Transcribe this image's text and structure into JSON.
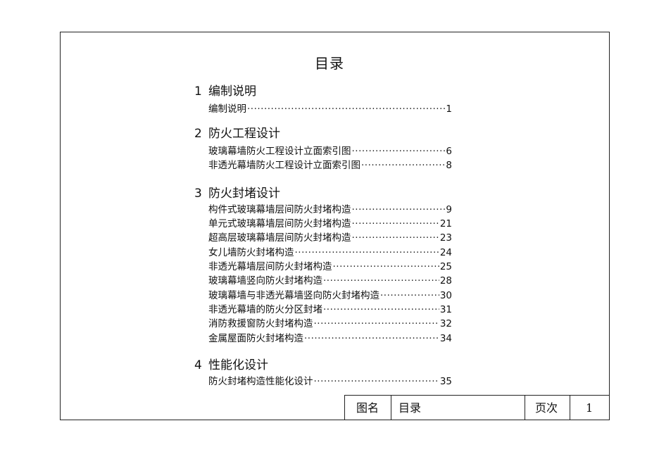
{
  "title": "目录",
  "sections": [
    {
      "num": "1",
      "title": "编制说明",
      "entries": [
        {
          "label": "编制说明",
          "page": "1"
        }
      ]
    },
    {
      "num": "2",
      "title": "防火工程设计",
      "entries": [
        {
          "label": "玻璃幕墙防火工程设计立面索引图",
          "page": "6"
        },
        {
          "label": "非透光幕墙防火工程设计立面索引图",
          "page": "8"
        }
      ]
    },
    {
      "num": "3",
      "title": "防火封堵设计",
      "entries": [
        {
          "label": "构件式玻璃幕墙层间防火封堵构造",
          "page": "9"
        },
        {
          "label": "单元式玻璃幕墙层间防火封堵构造",
          "page": "21"
        },
        {
          "label": "超高层玻璃幕墙层间防火封堵构造",
          "page": "23"
        },
        {
          "label": "女儿墙防火封堵构造",
          "page": "24"
        },
        {
          "label": "非透光幕墙层间防火封堵构造",
          "page": "25"
        },
        {
          "label": "玻璃幕墙竖向防火封堵构造",
          "page": "28"
        },
        {
          "label": "玻璃幕墙与非透光幕墙竖向防火封堵构造",
          "page": "30"
        },
        {
          "label": "非透光幕墙的防火分区封堵",
          "page": "31"
        },
        {
          "label": "消防救援窗防火封堵构造",
          "page": "32"
        },
        {
          "label": "金属屋面防火封堵构造",
          "page": "34"
        }
      ]
    },
    {
      "num": "4",
      "title": "性能化设计",
      "entries": [
        {
          "label": "防火封堵构造性能化设计",
          "page": "35"
        }
      ]
    }
  ],
  "title_block": {
    "name_label": "图名",
    "name_value": "目录",
    "page_label": "页次",
    "page_value": "1"
  }
}
